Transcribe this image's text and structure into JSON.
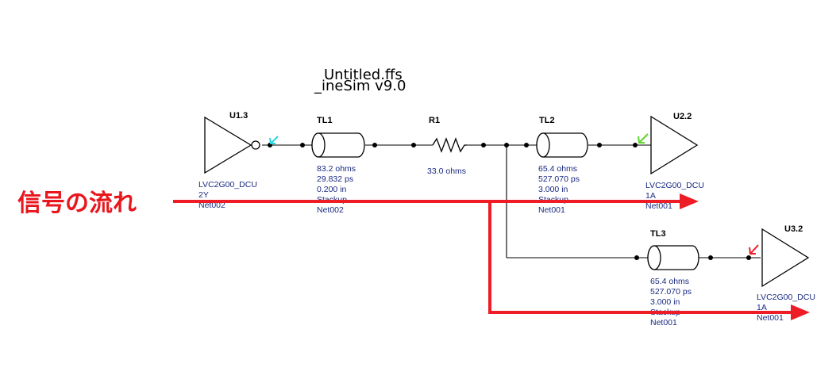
{
  "title": {
    "line1": "Untitled.ffs",
    "line2": "_ineSim v9.0"
  },
  "flow_label": "信号の流れ",
  "colors": {
    "signal_arrow": "#ee1c25",
    "param_text": "#1a2a80",
    "probe_cyan": "#2ad4e0",
    "probe_green": "#5cd62a",
    "probe_red": "#ee1c25"
  },
  "components": {
    "u13": {
      "ref": "U1.3",
      "lines": [
        "LVC2G00_DCU",
        "2Y",
        "Net002"
      ],
      "icon": "inverter-driver-icon"
    },
    "tl1": {
      "ref": "TL1",
      "lines": [
        "83.2 ohms",
        "29.832 ps",
        "0.200 in",
        "Stackup",
        "Net002"
      ],
      "icon": "transmission-line-icon"
    },
    "r1": {
      "ref": "R1",
      "lines": [
        "33.0 ohms"
      ],
      "icon": "resistor-icon"
    },
    "tl2": {
      "ref": "TL2",
      "lines": [
        "65.4 ohms",
        "527.070 ps",
        "3.000 in",
        "Stackup",
        "Net001"
      ],
      "icon": "transmission-line-icon"
    },
    "u22": {
      "ref": "U2.2",
      "lines": [
        "LVC2G00_DCU",
        "1A",
        "Net001"
      ],
      "icon": "buffer-receiver-icon"
    },
    "tl3": {
      "ref": "TL3",
      "lines": [
        "65.4 ohms",
        "527.070 ps",
        "3.000 in",
        "Stackup",
        "Net001"
      ],
      "icon": "transmission-line-icon"
    },
    "u32": {
      "ref": "U3.2",
      "lines": [
        "LVC2G00_DCU",
        "1A",
        "Net001"
      ],
      "icon": "buffer-receiver-icon"
    }
  }
}
